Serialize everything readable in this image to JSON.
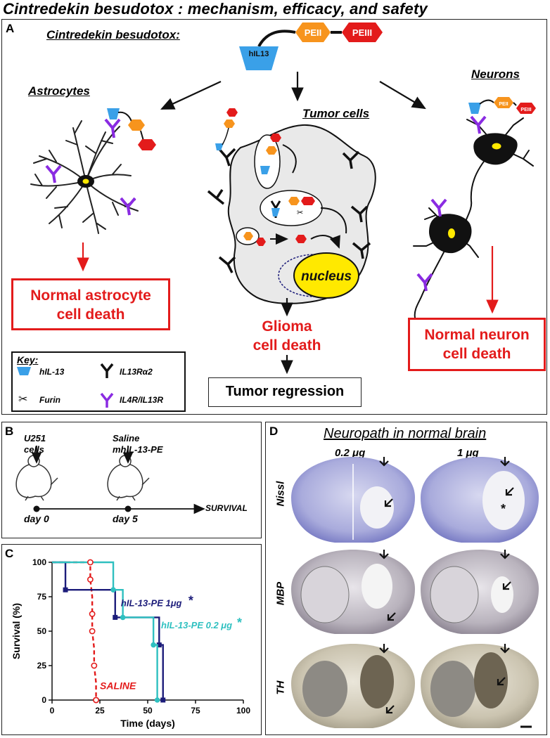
{
  "title": "Cintredekin besudotox : mechanism, efficacy, and safety",
  "panel_a": {
    "label": "A",
    "drug_label": "Cintredekin besudotox:",
    "peii": "PEII",
    "peiii": "PEIII",
    "hil13": "hIL13",
    "astrocytes": "Astrocytes",
    "tumor_cells": "Tumor cells",
    "neurons": "Neurons",
    "nucleus": "nucleus",
    "astro_death": [
      "Normal astrocyte",
      "cell death"
    ],
    "glioma_death": [
      "Glioma",
      "cell death"
    ],
    "neuron_death": [
      "Normal neuron",
      "cell death"
    ],
    "tumor_regression": "Tumor regression",
    "key": {
      "title": "Key:",
      "hil13": "hIL-13",
      "furin": "Furin",
      "il13ra2": "IL13Rα2",
      "il4r": "IL4R/IL13R"
    }
  },
  "panel_b": {
    "label": "B",
    "u251": [
      "U251",
      "cells"
    ],
    "treat": [
      "Saline",
      "mhIL-13-PE"
    ],
    "day0": "day 0",
    "day5": "day 5",
    "survival": "SURVIVAL"
  },
  "panel_c": {
    "label": "C"
  },
  "panel_d": {
    "label": "D",
    "title": "Neuropath in normal brain",
    "dose1": "0.2 μg",
    "dose2": "1 μg",
    "rows": [
      "Nissl",
      "MBP",
      "TH"
    ]
  },
  "colors": {
    "red": "#e31b1b",
    "orange": "#f7941d",
    "blue": "#3aa0e8",
    "purple": "#8a2be2",
    "navy": "#1c1c7a",
    "teal": "#2fc0c0"
  },
  "chart_data": {
    "type": "line",
    "xlabel": "Time (days)",
    "ylabel": "Survival (%)",
    "xlim": [
      0,
      100
    ],
    "ylim": [
      0,
      100
    ],
    "xticks": [
      0,
      25,
      50,
      75,
      100
    ],
    "yticks": [
      0,
      25,
      50,
      75,
      100
    ],
    "series": [
      {
        "name": "SALINE",
        "color": "#e31b1b",
        "dashed": true,
        "x": [
          0,
          20,
          20,
          21,
          21,
          21,
          22,
          22,
          23,
          23
        ],
        "y": [
          100,
          100,
          87.5,
          75,
          62.5,
          50,
          37.5,
          25,
          12.5,
          0
        ]
      },
      {
        "name": "hIL-13-PE 1μg",
        "color": "#1c1c7a",
        "dashed": false,
        "x": [
          0,
          7,
          7,
          33,
          33,
          56,
          56,
          58,
          58
        ],
        "y": [
          100,
          100,
          80,
          80,
          60,
          60,
          40,
          40,
          0
        ]
      },
      {
        "name": "hIL-13-PE 0.2 μg",
        "color": "#2fc0c0",
        "dashed": false,
        "x": [
          0,
          32,
          32,
          37,
          37,
          53,
          53,
          55,
          55
        ],
        "y": [
          100,
          100,
          80,
          80,
          60,
          60,
          40,
          40,
          0
        ]
      }
    ],
    "annotations": {
      "sig_1ug": "*",
      "sig_02ug": "*"
    }
  }
}
